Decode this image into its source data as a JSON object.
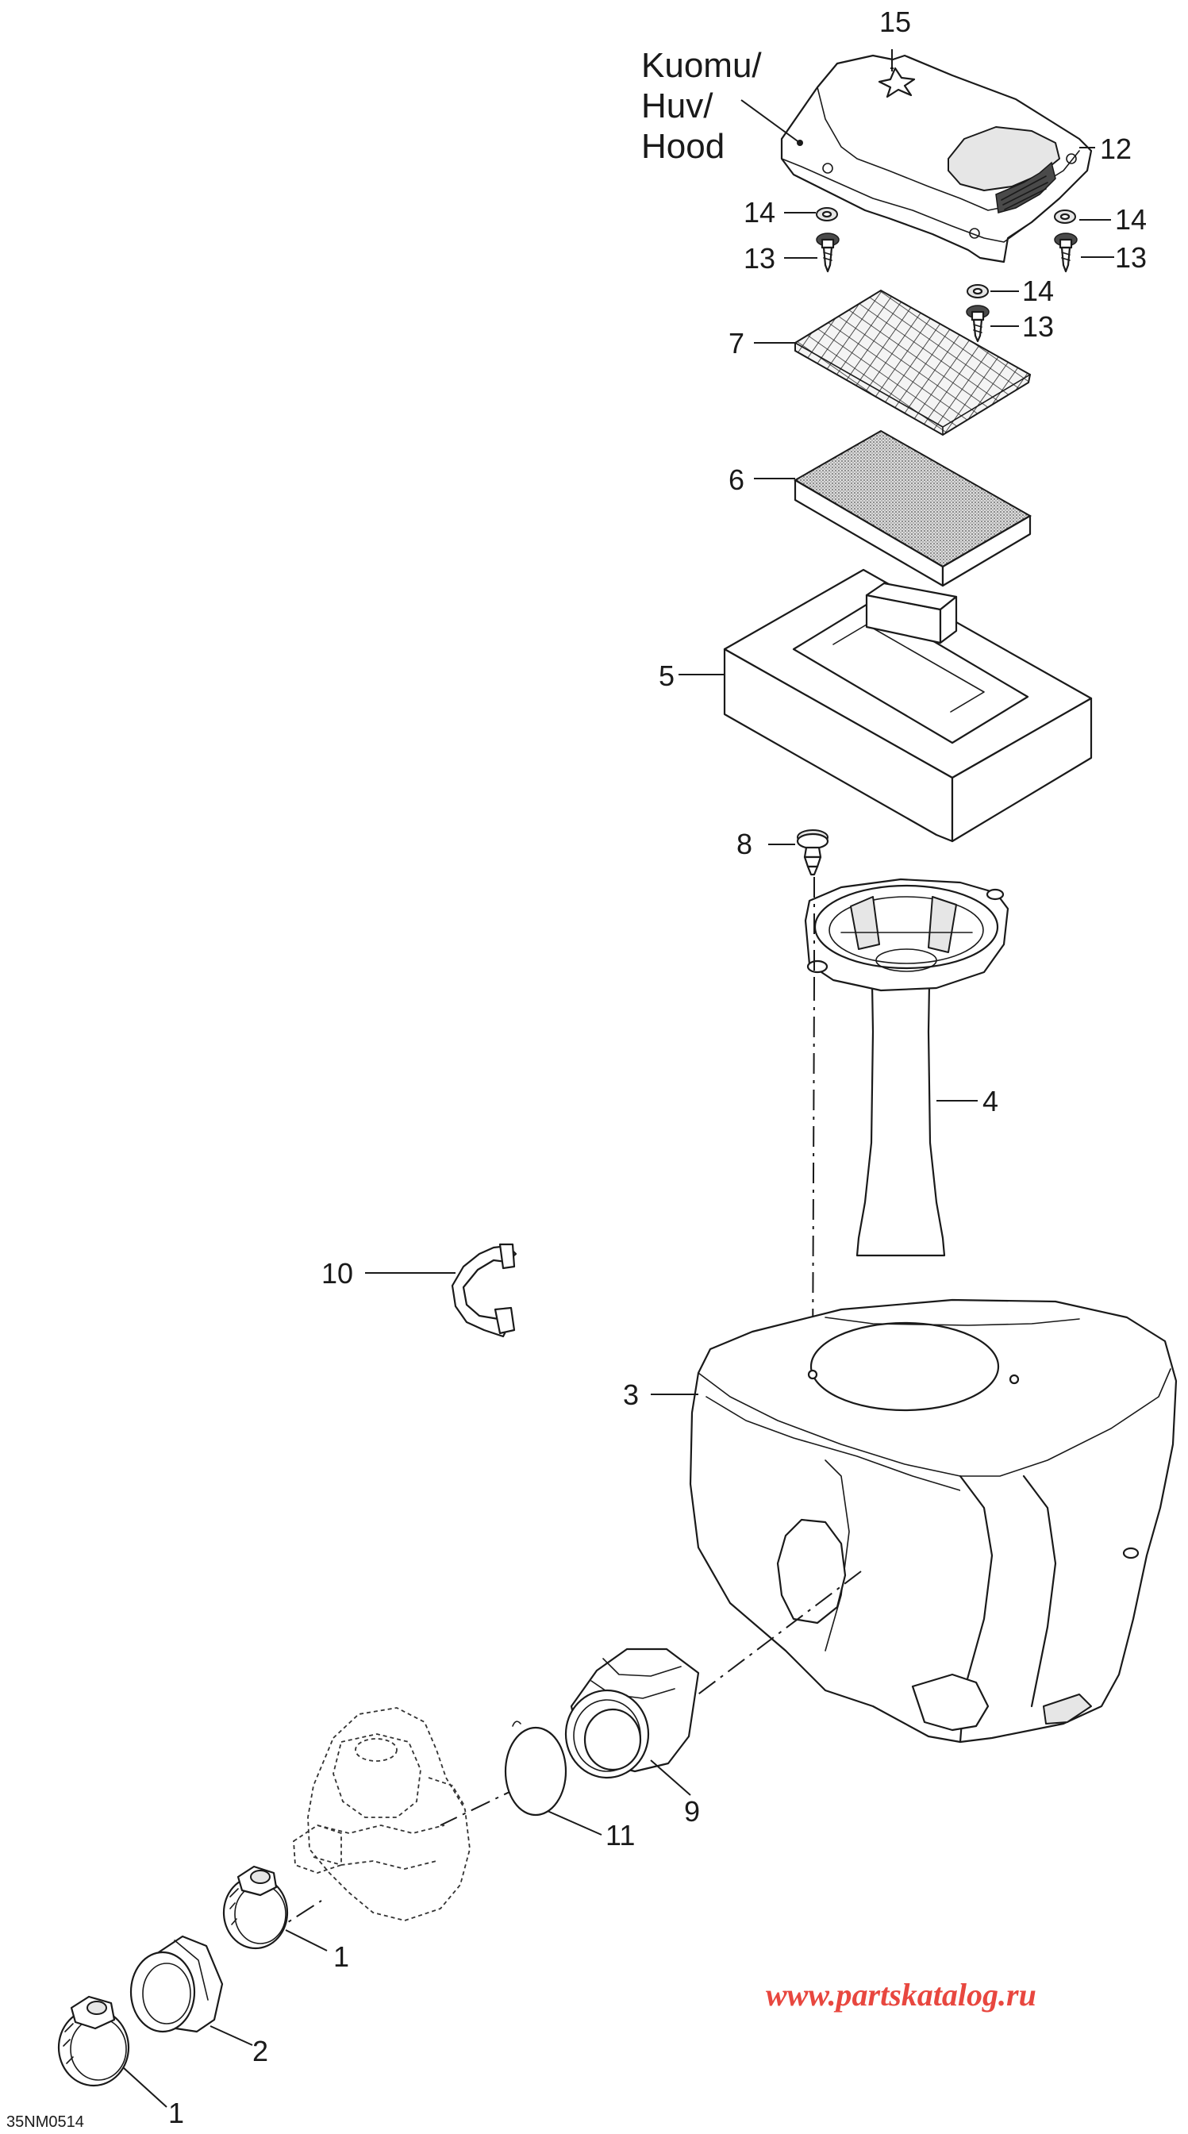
{
  "hood_label_lines": [
    "Kuomu/",
    "Huv/",
    "Hood"
  ],
  "callouts": {
    "c15": "15",
    "c12": "12",
    "c14a": "14",
    "c13a": "13",
    "c14b": "14",
    "c13b": "13",
    "c14c": "14",
    "c13c": "13",
    "c7": "7",
    "c6": "6",
    "c5": "5",
    "c8": "8",
    "c4": "4",
    "c10": "10",
    "c3": "3",
    "c9": "9",
    "c11": "11",
    "c1a": "1",
    "c2": "2",
    "c1b": "1"
  },
  "watermark": "www.partskatalog.ru",
  "drawing_code": "35NM0514",
  "colors": {
    "watermark": "#e8473f",
    "line": "#1a1a1a"
  }
}
